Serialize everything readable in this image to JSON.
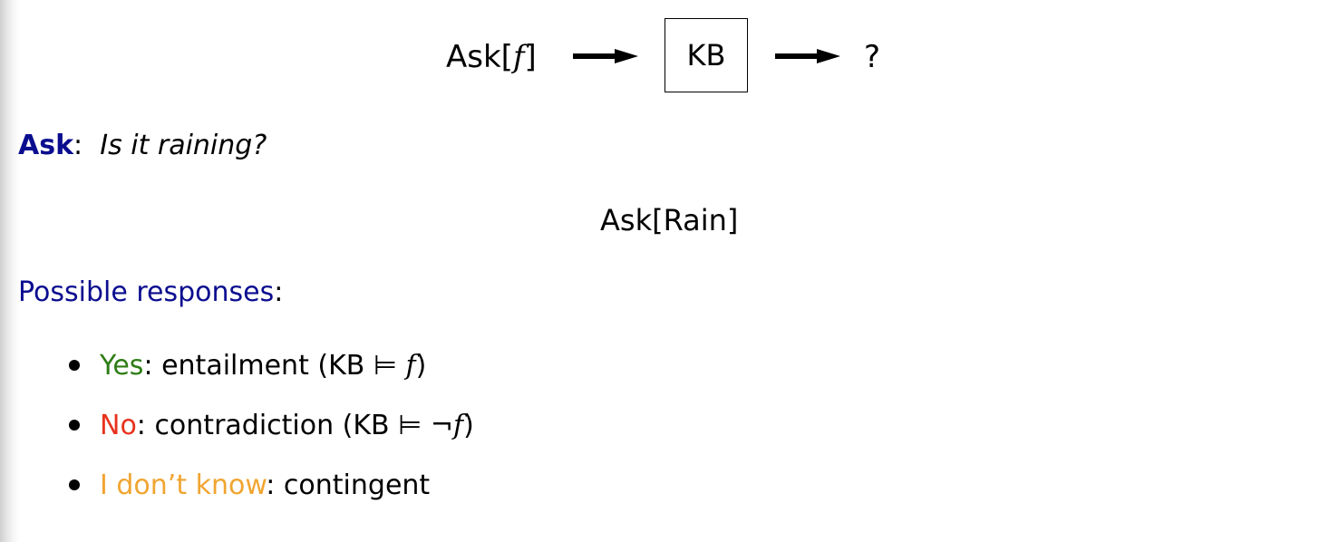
{
  "diagram": {
    "input_prefix": "Ask[",
    "input_var": "f",
    "input_suffix": "]",
    "box_label": "KB",
    "output": "?"
  },
  "ask": {
    "keyword": "Ask",
    "separator": ":",
    "question": "Is it raining?",
    "query": "Ask[Rain]"
  },
  "responses": {
    "heading": "Possible responses",
    "heading_colon": ":",
    "items": [
      {
        "label": "Yes",
        "colon": ":",
        "text_before": " entailment (KB ⊨ ",
        "var": "f",
        "text_after": ")",
        "color": "#2e7d15"
      },
      {
        "label": "No",
        "colon": ":",
        "text_before": " contradiction (KB ⊨ ¬",
        "var": "f",
        "text_after": ")",
        "color": "#e8321e"
      },
      {
        "label": "I don’t know",
        "colon": ":",
        "text": " contingent",
        "color": "#f0a531"
      }
    ]
  },
  "colors": {
    "accent_blue": "#0b0d8f",
    "text": "#000000"
  }
}
